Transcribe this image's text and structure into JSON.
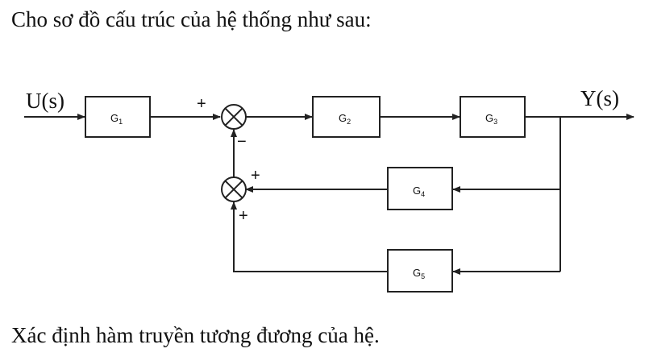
{
  "intro_text": "Cho sơ đồ cấu trúc của hệ thống như sau:",
  "question_text": "Xác định hàm truyền tương đương của hệ.",
  "diagram": {
    "input_label": "U(s)",
    "output_label": "Y(s)",
    "blocks": {
      "g1": {
        "name": "G",
        "sub": "1"
      },
      "g2": {
        "name": "G",
        "sub": "2"
      },
      "g3": {
        "name": "G",
        "sub": "3"
      },
      "g4": {
        "name": "G",
        "sub": "4"
      },
      "g5": {
        "name": "G",
        "sub": "5"
      }
    },
    "sum1_signs": {
      "left": "+",
      "bottom": "−"
    },
    "sum2_signs": {
      "right": "+",
      "bottom": "+"
    }
  }
}
